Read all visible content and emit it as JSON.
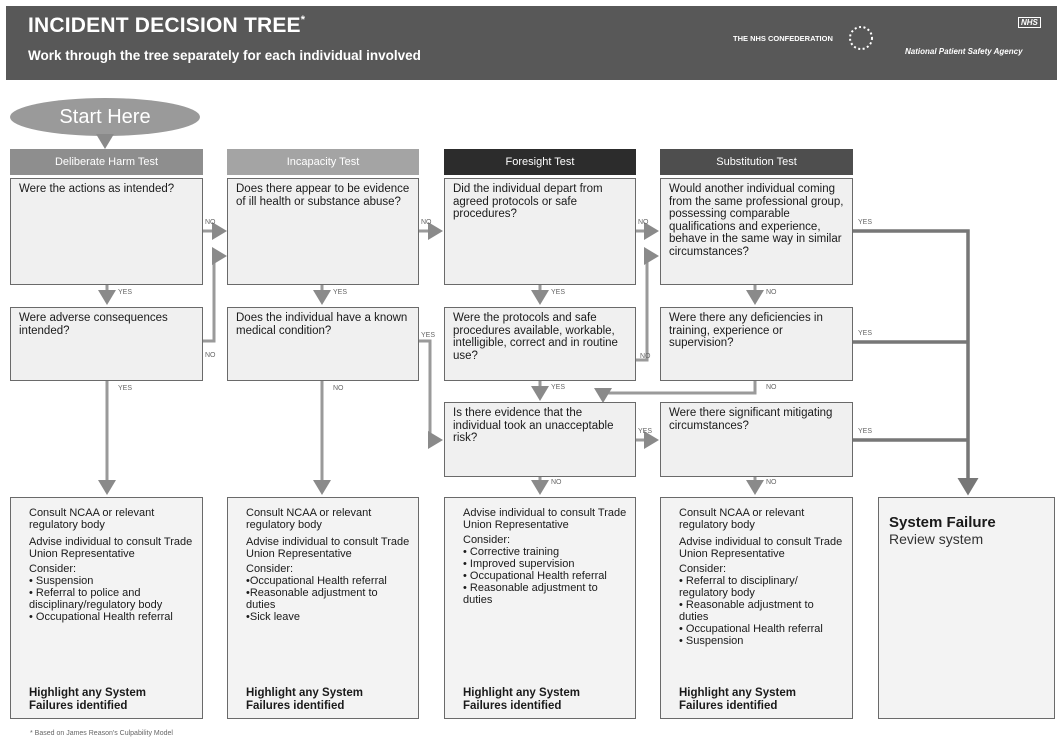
{
  "header": {
    "title": "INCIDENT DECISION TREE",
    "title_mark": "*",
    "subtitle": "Work through the tree separately for each individual involved",
    "confederation_logo": "THE NHS CONFEDERATION",
    "nhs_logo": "NHS",
    "agency": "National Patient Safety Agency"
  },
  "start": "Start Here",
  "tests": [
    {
      "label": "Deliberate Harm Test",
      "color": "#8e8e8e"
    },
    {
      "label": "Incapacity Test",
      "color": "#a4a4a4"
    },
    {
      "label": "Foresight Test",
      "color": "#2c2c2c"
    },
    {
      "label": "Substitution Test",
      "color": "#4e4e4e"
    }
  ],
  "questions": {
    "q_actions_intended": "Were the actions as intended?",
    "q_consequences_intended": "Were adverse consequences intended?",
    "q_ill_health": "Does there appear to be evidence of ill health or substance abuse?",
    "q_medical_condition": "Does the individual have a known medical condition?",
    "q_depart_protocols": "Did the individual depart from agreed protocols or safe procedures?",
    "q_protocols_available": "Were the protocols and safe procedures available, workable, intelligible, correct and in routine use?",
    "q_unacceptable_risk": "Is there evidence that the individual took an unacceptable risk?",
    "q_another_individual": "Would another individual coming from the same professional group, possessing comparable qualifications and experience, behave in the same way in similar circumstances?",
    "q_deficiencies": "Were there any deficiencies in training, experience or supervision?",
    "q_mitigating": "Were there significant mitigating circumstances?"
  },
  "labels": {
    "yes": "YES",
    "no": "NO"
  },
  "outcomes": {
    "harm": {
      "consult": "Consult NCAA or relevant regulatory body",
      "advise": "Advise individual to consult Trade Union Representative",
      "consider": "Consider:",
      "items": [
        "• Suspension",
        "• Referral to police and disciplinary/regulatory body",
        "• Occupational Health referral"
      ],
      "highlight": "Highlight any System Failures identified"
    },
    "incapacity": {
      "consult": "Consult NCAA or relevant regulatory body",
      "advise": "Advise individual to consult Trade Union Representative",
      "consider": "Consider:",
      "items": [
        "•Occupational Health referral",
        "•Reasonable adjustment to duties",
        "•Sick leave"
      ],
      "highlight": "Highlight any System Failures identified"
    },
    "foresight": {
      "advise": "Advise individual to consult Trade Union Representative",
      "consider": "Consider:",
      "items": [
        "• Corrective training",
        "• Improved supervision",
        "• Occupational Health referral",
        "• Reasonable adjustment to duties"
      ],
      "highlight": "Highlight any System Failures identified"
    },
    "substitution": {
      "consult": "Consult NCAA or relevant regulatory body",
      "advise": "Advise individual to consult Trade Union Representative",
      "consider": "Consider:",
      "items": [
        "• Referral to disciplinary/ regulatory body",
        "• Reasonable adjustment to duties",
        "• Occupational Health referral",
        "• Suspension"
      ],
      "highlight": "Highlight any System Failures identified"
    },
    "system": {
      "title": "System Failure",
      "subtitle": "Review system"
    }
  },
  "footnote": "* Based on James Reason's Culpability Model"
}
